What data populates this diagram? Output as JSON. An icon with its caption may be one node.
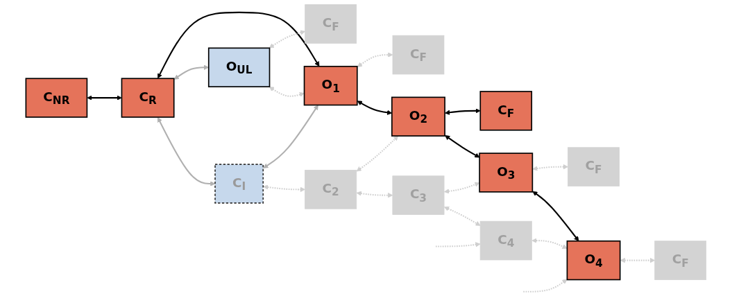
{
  "diagram": {
    "nodes": [
      {
        "text": [
          "C$_{NR}$"
        ]
      },
      {
        "text": [
          "C$_{R}$"
        ]
      },
      {
        "text": [
          "C$_{I}$"
        ]
      },
      {
        "text": [
          "C$_{2}$"
        ]
      },
      {
        "text": [
          "C$_{3}$"
        ]
      },
      {
        "text": [
          "C$_{4}$"
        ]
      },
      {
        "text": [
          "O$_{UL}$"
        ]
      },
      {
        "text": [
          "O$_{1}$"
        ]
      },
      {
        "text": [
          "O$_{2}$"
        ]
      },
      {
        "text": [
          "O$_{3}$"
        ]
      },
      {
        "text": [
          "O$_{4}$"
        ]
      },
      {
        "text": [
          "C$_{F}$"
        ]
      },
      {
        "text": [
          "C$_{F}$"
        ]
      },
      {
        "text": [
          "C$_{F}$"
        ]
      },
      {
        "text": [
          "C$_{F}$"
        ]
      },
      {
        "text": [
          "C$_{F}$"
        ]
      }
    ],
    "edges": [
      {
        "from": 0,
        "to": 1,
        "arrow": "both",
        "color": "#000000"
      },
      {
        "from": 1,
        "to": 2,
        "arrow": "both",
        "color": "#b0b0b0"
      },
      {
        "from": 2,
        "to": 3,
        "arrow": "both",
        "style": "dashed"
      },
      {
        "from": 3,
        "to": 4,
        "arrow": "both",
        "style": "dashed"
      },
      {
        "from": 4,
        "to": 5,
        "arrow": "both",
        "style": "dashed"
      },
      {
        "from": null,
        "to": 5,
        "arrow": "to",
        "style": "dashed"
      },
      {
        "from": 1,
        "to": 6,
        "arrow": "both",
        "color": "#b0b0b0"
      },
      {
        "from": 1,
        "to": 7,
        "arrow": "both",
        "color": "#000000"
      },
      {
        "from": 2,
        "to": 7,
        "arrow": "both",
        "color": "#b0b0b0"
      },
      {
        "from": 3,
        "to": 8,
        "arrow": "both",
        "style": "dashed"
      },
      {
        "from": 4,
        "to": 9,
        "arrow": "both",
        "style": "dashed"
      },
      {
        "from": 5,
        "to": 10,
        "arrow": "both",
        "style": "dashed"
      },
      {
        "from": 6,
        "to": 7,
        "arrow": "both",
        "style": "dashed"
      },
      {
        "from": 7,
        "to": 8,
        "arrow": "both",
        "color": "#000000"
      },
      {
        "from": 8,
        "to": 9,
        "arrow": "both",
        "color": "#000000"
      },
      {
        "from": 9,
        "to": 10,
        "arrow": "both",
        "color": "#000000"
      },
      {
        "from": null,
        "to": 10,
        "arrow": "to",
        "style": "dashed"
      },
      {
        "from": 6,
        "to": 11,
        "arrow": "both",
        "style": "dashed"
      },
      {
        "from": 7,
        "to": 12,
        "arrow": "both",
        "style": "dashed"
      },
      {
        "from": 8,
        "to": 13,
        "arrow": "both",
        "color": "#000000"
      },
      {
        "from": 9,
        "to": 14,
        "arrow": "both",
        "style": "dashed"
      },
      {
        "from": 10,
        "to": 15,
        "arrow": "both",
        "style": "dashed"
      }
    ]
  }
}
